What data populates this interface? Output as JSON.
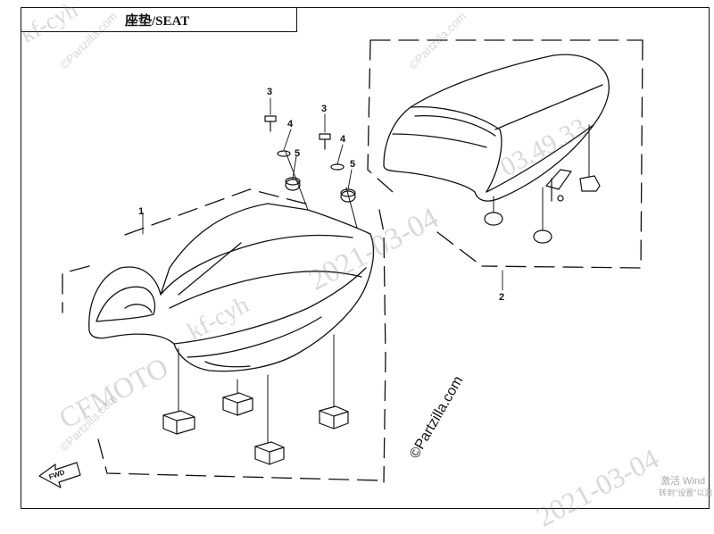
{
  "title": "座垫/SEAT",
  "callouts": {
    "seat": "1",
    "rear_seat": "2",
    "screw_a": "3",
    "washer_a": "4",
    "grommet_a": "5",
    "screw_b": "3",
    "washer_b": "4",
    "grommet_b": "5"
  },
  "fwd_label": "FWD",
  "watermarks": {
    "user": "kf-cyh",
    "date_main": "2021-03-04",
    "date_partial": "03.49.33",
    "brand": "CFMOTO",
    "date_bottom": "2021-03-04",
    "site": "©Partzilla.com"
  },
  "windows_notice": {
    "line1": "激活 Wind",
    "line2": "转到\"设置\"以激"
  },
  "colors": {
    "line": "#111111",
    "watermark": "#9a9a9a"
  }
}
